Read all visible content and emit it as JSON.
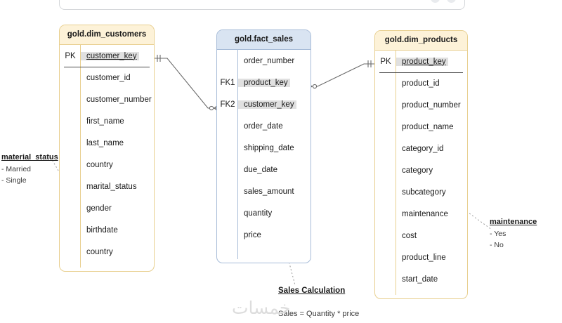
{
  "topbar": {
    "present": true
  },
  "diagram": {
    "title_hidden": true,
    "tables": [
      {
        "id": "dim_customers",
        "name": "gold.dim_customers",
        "theme": "amber",
        "fields": [
          {
            "key": "PK",
            "name": "customer_key",
            "pk": true,
            "highlight": true
          },
          {
            "key": "",
            "name": "customer_id",
            "pk": false,
            "highlight": false
          },
          {
            "key": "",
            "name": "customer_number",
            "pk": false,
            "highlight": false
          },
          {
            "key": "",
            "name": "first_name",
            "pk": false,
            "highlight": false
          },
          {
            "key": "",
            "name": "last_name",
            "pk": false,
            "highlight": false
          },
          {
            "key": "",
            "name": "country",
            "pk": false,
            "highlight": false
          },
          {
            "key": "",
            "name": "marital_status",
            "pk": false,
            "highlight": false
          },
          {
            "key": "",
            "name": "gender",
            "pk": false,
            "highlight": false
          },
          {
            "key": "",
            "name": "birthdate",
            "pk": false,
            "highlight": false
          },
          {
            "key": "",
            "name": "country",
            "pk": false,
            "highlight": false
          }
        ]
      },
      {
        "id": "fact_sales",
        "name": "gold.fact_sales",
        "theme": "blue",
        "fields": [
          {
            "key": "",
            "name": "order_number",
            "pk": false,
            "highlight": false
          },
          {
            "key": "FK1",
            "name": "product_key",
            "pk": false,
            "highlight": true
          },
          {
            "key": "FK2",
            "name": "customer_key",
            "pk": false,
            "highlight": true
          },
          {
            "key": "",
            "name": "order_date",
            "pk": false,
            "highlight": false
          },
          {
            "key": "",
            "name": "shipping_date",
            "pk": false,
            "highlight": false
          },
          {
            "key": "",
            "name": "due_date",
            "pk": false,
            "highlight": false
          },
          {
            "key": "",
            "name": "sales_amount",
            "pk": false,
            "highlight": false
          },
          {
            "key": "",
            "name": "quantity",
            "pk": false,
            "highlight": false
          },
          {
            "key": "",
            "name": "price",
            "pk": false,
            "highlight": false
          }
        ]
      },
      {
        "id": "dim_products",
        "name": "gold.dim_products",
        "theme": "amber",
        "fields": [
          {
            "key": "PK",
            "name": "product_key",
            "pk": true,
            "highlight": true
          },
          {
            "key": "",
            "name": "product_id",
            "pk": false,
            "highlight": false
          },
          {
            "key": "",
            "name": "product_number",
            "pk": false,
            "highlight": false
          },
          {
            "key": "",
            "name": "product_name",
            "pk": false,
            "highlight": false
          },
          {
            "key": "",
            "name": "category_id",
            "pk": false,
            "highlight": false
          },
          {
            "key": "",
            "name": "category",
            "pk": false,
            "highlight": false
          },
          {
            "key": "",
            "name": "subcategory",
            "pk": false,
            "highlight": false
          },
          {
            "key": "",
            "name": "maintenance",
            "pk": false,
            "highlight": false
          },
          {
            "key": "",
            "name": "cost",
            "pk": false,
            "highlight": false
          },
          {
            "key": "",
            "name": "product_line",
            "pk": false,
            "highlight": false
          },
          {
            "key": "",
            "name": "start_date",
            "pk": false,
            "highlight": false
          }
        ]
      }
    ],
    "relationships": [
      {
        "from": "gold.dim_customers.customer_key",
        "to": "gold.fact_sales.customer_key",
        "from_card": "one",
        "to_card": "many"
      },
      {
        "from": "gold.dim_products.product_key",
        "to": "gold.fact_sales.product_key",
        "from_card": "one",
        "to_card": "many"
      }
    ]
  },
  "annotations": {
    "marital": {
      "title": "material_status",
      "values": [
        "- Married",
        "- Single"
      ]
    },
    "maintenance": {
      "title": "maintenance",
      "values": [
        "- Yes",
        "- No"
      ]
    },
    "sales_calc": {
      "title": "Sales Calculation",
      "formula": "Sales = Quantity * price"
    }
  },
  "watermark": {
    "text": "خمسات"
  },
  "colors": {
    "amber_header": "#fdf2d8",
    "amber_border": "#e8cf8f",
    "blue_header": "#d9e4f2",
    "blue_border": "#a7bcd8",
    "field_highlight": "#e0e0e0",
    "connector": "#6a6a6a"
  }
}
